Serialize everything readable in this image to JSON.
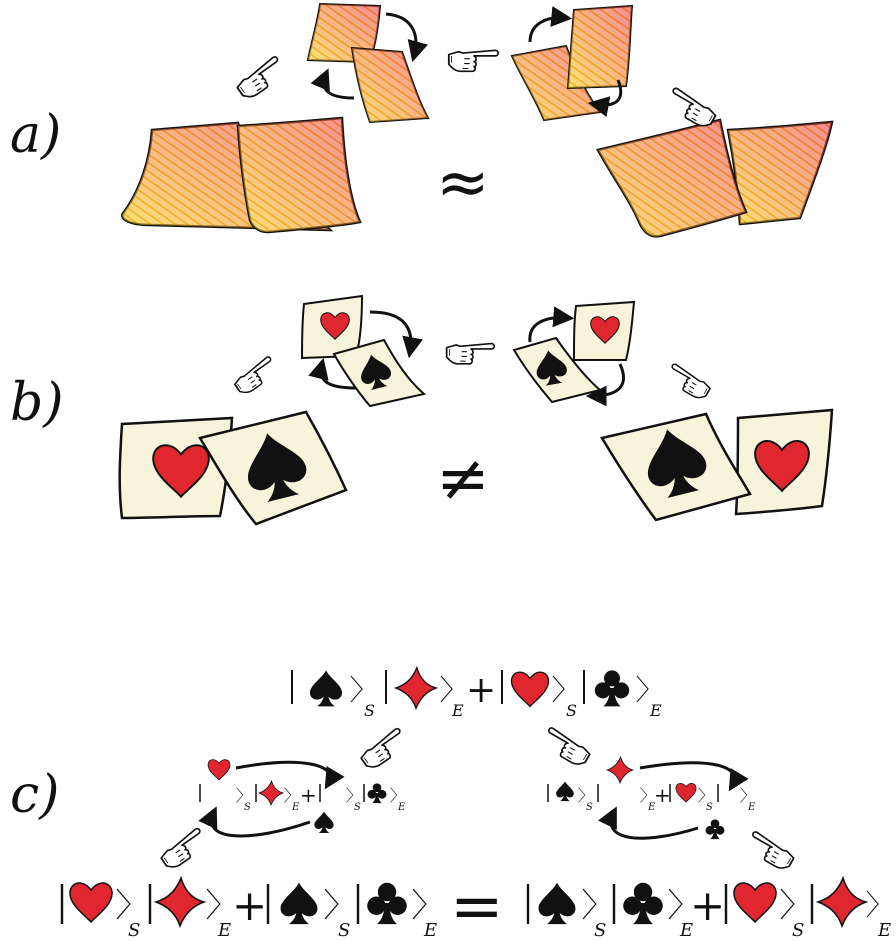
{
  "panels": {
    "a": {
      "label": "a)",
      "relation": "≈"
    },
    "b": {
      "label": "b)",
      "relation": "≠"
    },
    "c": {
      "label": "c)",
      "relation": "="
    }
  },
  "colors": {
    "red": "#e0262f",
    "black": "#111111",
    "card_fill": "#f7f4dc",
    "card_stroke": "#111111",
    "hatch_from": "#f5d020",
    "hatch_to": "#e83a4a"
  },
  "icons": {
    "pointing_hand": "pointing-hand-icon",
    "swap_arrow": "curved-arrow-icon"
  },
  "kets": {
    "top": {
      "subscripts": [
        "S",
        "E",
        "S",
        "E"
      ]
    },
    "left_small": {
      "subscripts": [
        "S",
        "E",
        "S",
        "E"
      ]
    },
    "right_small": {
      "subscripts": [
        "S",
        "E",
        "S",
        "E"
      ]
    },
    "bottom_left": {
      "subscripts": [
        "S",
        "E",
        "S",
        "E"
      ]
    },
    "bottom_right": {
      "subscripts": [
        "S",
        "E",
        "S",
        "E"
      ]
    }
  }
}
